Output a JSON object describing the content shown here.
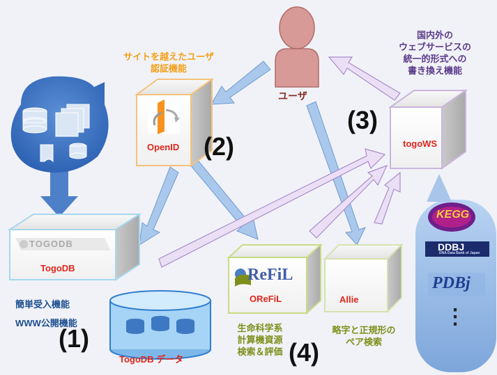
{
  "labels": {
    "openid_feature": "サイトを越えたユーザ\n認証機能",
    "togows_feature": "国内外の\nウェブサービスの\n統一的形式への\n書き換え機能",
    "user": "ユーザ",
    "openid": "OpenID",
    "togows": "togoWS",
    "togodb": "TogoDB",
    "togodb_logo": "TOGODB",
    "refil_box": "OReFiL",
    "refil_logo": "ReFiL",
    "allie": "Allie",
    "togodb_features": "簡単受入機能\nWWW公開機能",
    "togodb_data": "TogoDB データ",
    "refil_feature": "生命科学系\n計算機資源\n検索＆評価",
    "allie_feature": "略字と正規形の\nペア検索",
    "num1": "(1)",
    "num2": "(2)",
    "num3": "(3)",
    "num4": "(4)",
    "kegg": "KEGG",
    "ddbj": "DDBJ",
    "ddbj_sub": "DNA Data Bank of Japan",
    "pdbj": "PDBj",
    "more": "⋮"
  },
  "colors": {
    "blue_arrow": "#a9c8ec",
    "purple_arrow": "#e7d9f2",
    "user": "#d79a96",
    "openid_border": "#f4c27a",
    "togows_border": "#c9b5dd",
    "togodb_border": "#a6d7ef",
    "refil_border": "#c8db85",
    "allie_border": "#d5e2ad"
  }
}
